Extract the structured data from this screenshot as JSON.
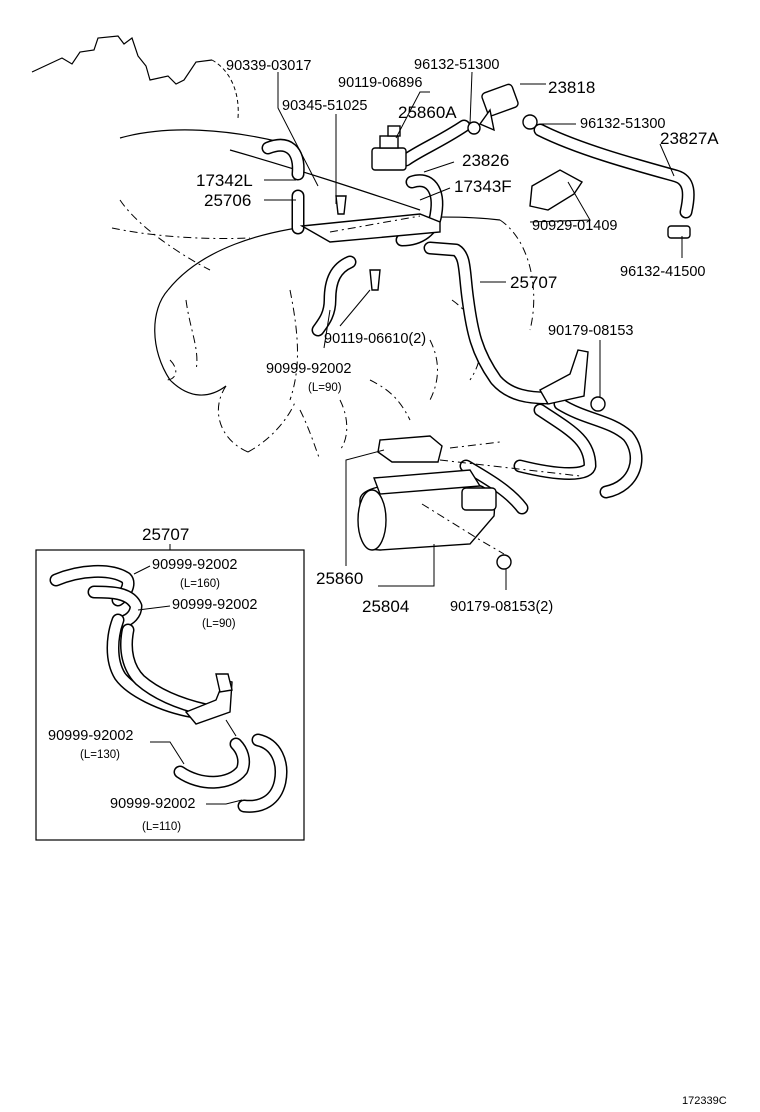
{
  "labels": {
    "p_90339_03017": "90339-03017",
    "p_90119_06896": "90119-06896",
    "p_96132_51300_a": "96132-51300",
    "p_23818": "23818",
    "p_90345_51025": "90345-51025",
    "p_25860A": "25860A",
    "p_96132_51300_b": "96132-51300",
    "p_23827A": "23827A",
    "p_23826": "23826",
    "p_17342L": "17342L",
    "p_17343F": "17343F",
    "p_25706": "25706",
    "p_90929_01409": "90929-01409",
    "p_96132_41500": "96132-41500",
    "p_25707_main": "25707",
    "p_90119_06610": "90119-06610(2)",
    "p_90179_08153_a": "90179-08153",
    "p_90999_92002_main": "90999-92002",
    "p_len_main": "(L=90)",
    "p_25860": "25860",
    "p_25804": "25804",
    "p_90179_08153_b": "90179-08153(2)"
  },
  "inset": {
    "title": "25707",
    "hose_a_part": "90999-92002",
    "hose_a_len": "(L=160)",
    "hose_b_part": "90999-92002",
    "hose_b_len": "(L=90)",
    "hose_c_part": "90999-92002",
    "hose_c_len": "(L=130)",
    "hose_d_part": "90999-92002",
    "hose_d_len": "(L=110)"
  },
  "reference_code": "172339C"
}
